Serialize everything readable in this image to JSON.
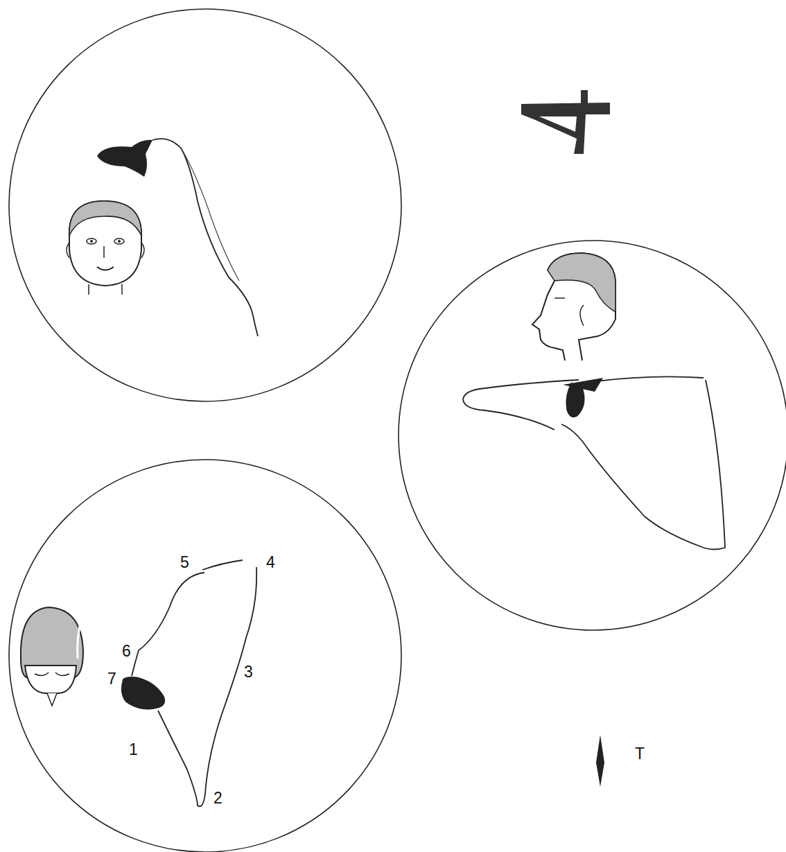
{
  "diagram": {
    "labels": [
      "5",
      "4",
      "6",
      "3",
      "7",
      "1",
      "2",
      "T"
    ]
  }
}
